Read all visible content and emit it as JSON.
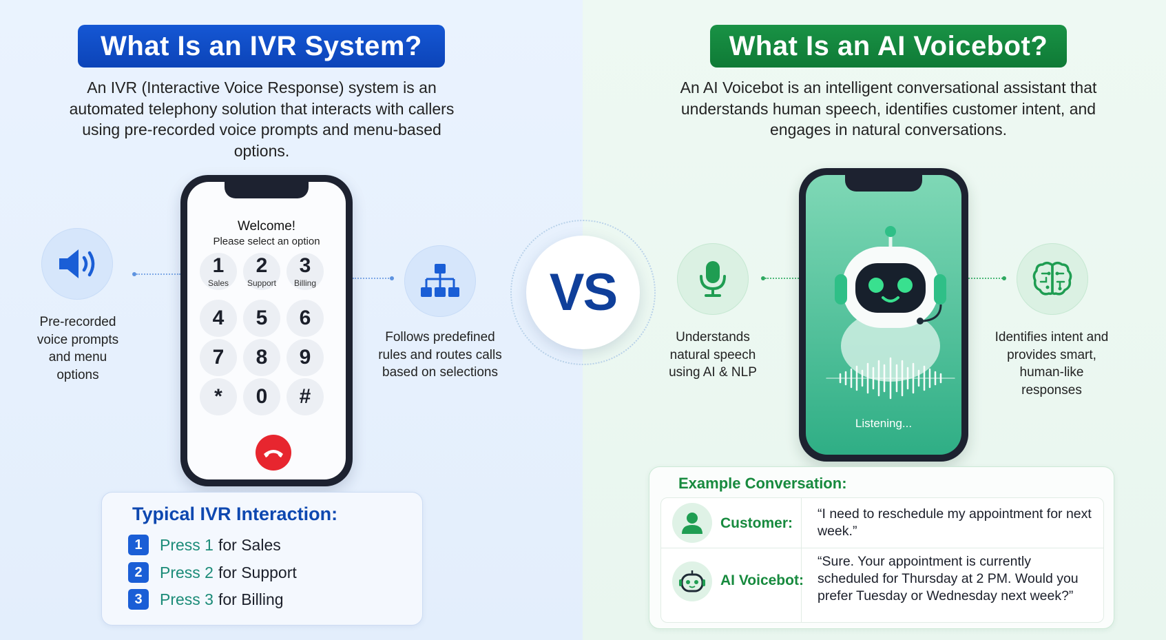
{
  "colors": {
    "ivr_blue": "#0c44b8",
    "ai_green": "#0f7a36",
    "vs_navy": "#0f3f9a",
    "hangup_red": "#e7262f"
  },
  "ivr": {
    "title": "What Is an IVR System?",
    "description": "An IVR (Interactive Voice Response) system is an automated telephony solution that interacts with callers using pre-recorded voice prompts and menu-based options.",
    "left_caption": "Pre-recorded voice prompts and menu options",
    "left_icon": "speaker-icon",
    "right_caption": "Follows predefined rules and routes calls based on selections",
    "right_icon": "hierarchy-icon",
    "phone": {
      "welcome": "Welcome!",
      "prompt": "Please select an option",
      "keys": [
        {
          "num": "1",
          "sub": "Sales"
        },
        {
          "num": "2",
          "sub": "Support"
        },
        {
          "num": "3",
          "sub": "Billing"
        },
        {
          "num": "4",
          "sub": ""
        },
        {
          "num": "5",
          "sub": ""
        },
        {
          "num": "6",
          "sub": ""
        },
        {
          "num": "7",
          "sub": ""
        },
        {
          "num": "8",
          "sub": ""
        },
        {
          "num": "9",
          "sub": ""
        },
        {
          "num": "*",
          "sub": ""
        },
        {
          "num": "0",
          "sub": ""
        },
        {
          "num": "#",
          "sub": ""
        }
      ]
    },
    "typical": {
      "title": "Typical IVR Interaction:",
      "items": [
        {
          "badge": "1",
          "press": "Press 1",
          "rest": "for Sales"
        },
        {
          "badge": "2",
          "press": "Press 2",
          "rest": "for Support"
        },
        {
          "badge": "3",
          "press": "Press 3",
          "rest": "for Billing"
        }
      ]
    }
  },
  "vs": "VS",
  "ai": {
    "title": "What Is an AI Voicebot?",
    "description": "An AI Voicebot is an intelligent conversational assistant that understands human speech, identifies customer intent, and engages in natural conversations.",
    "left_caption": "Understands natural speech using AI & NLP",
    "left_icon": "microphone-icon",
    "right_caption": "Identifies intent and provides smart, human-like responses",
    "right_icon": "brain-icon",
    "phone": {
      "status": "Listening..."
    },
    "conversation": {
      "title": "Example Conversation:",
      "rows": [
        {
          "speaker": "Customer:",
          "text": "“I need to reschedule my appointment for next week.”"
        },
        {
          "speaker": "AI Voicebot:",
          "text": "“Sure. Your appointment is currently scheduled for Thursday at 2 PM. Would you prefer Tuesday or Wednesday next week?”"
        }
      ]
    }
  }
}
